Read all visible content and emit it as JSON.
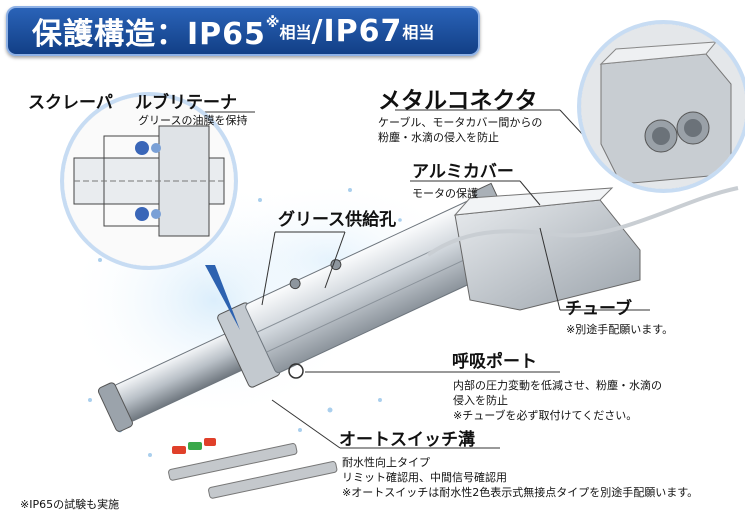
{
  "title": {
    "main_a": "保護構造：IP65",
    "mark": "※",
    "small_a": "相当",
    "main_b": "/IP67",
    "small_b": "相当"
  },
  "labels": {
    "scraper": "スクレーパ",
    "lubri_retainer": "ルブリテーナ",
    "lubri_retainer_desc": "グリースの油膜を保持",
    "metal_connector": "メタルコネクタ",
    "metal_connector_desc_1": "ケーブル、モータカバー間からの",
    "metal_connector_desc_2": "粉塵・水滴の侵入を防止",
    "aluminum_cover": "アルミカバー",
    "aluminum_cover_desc": "モータの保護",
    "grease_port": "グリース供給孔",
    "tube": "チューブ",
    "tube_note": "※別途手配願います。",
    "breather_port": "呼吸ポート",
    "breather_desc_1": "内部の圧力変動を低減させ、粉塵・水滴の",
    "breather_desc_2": "侵入を防止",
    "breather_note": "※チューブを必ず取付けてください。",
    "auto_switch_groove": "オートスイッチ溝",
    "auto_switch_desc_1": "耐水性向上タイプ",
    "auto_switch_desc_2": "リミット確認用、中間信号確認用",
    "auto_switch_note": "※オートスイッチは耐水性2色表示式無接点タイプを別途手配願います。",
    "footnote": "※IP65の試験も実施"
  },
  "colors": {
    "banner": "#1d4f9e",
    "callout_ring": "#c7dcf3",
    "led_red": "#e0402a",
    "led_green": "#3aa84a"
  }
}
